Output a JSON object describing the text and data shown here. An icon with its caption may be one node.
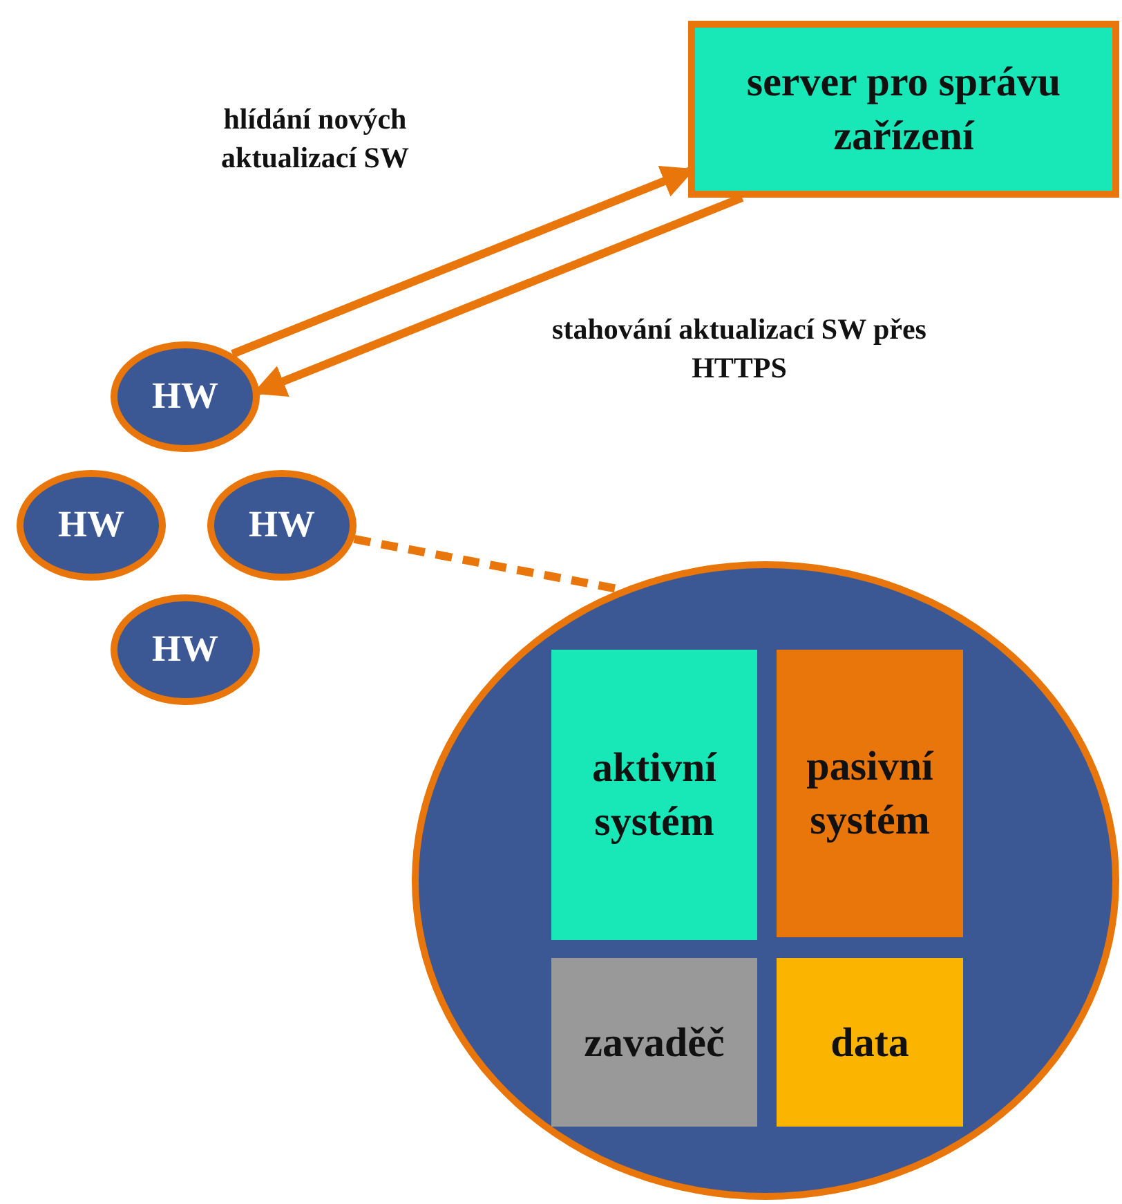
{
  "diagram": {
    "nodes": [
      {
        "text": [
          "server pro správu zařízení"
        ]
      },
      {
        "text": [
          "HW"
        ]
      },
      {
        "text": [
          "HW"
        ]
      },
      {
        "text": [
          "HW"
        ]
      },
      {
        "text": [
          "HW"
        ]
      },
      {
        "text": [],
        "shape": "circle"
      },
      {
        "text": [
          "aktivní systém"
        ],
        "in": 5
      },
      {
        "text": [
          "pasivní systém"
        ],
        "in": 5
      },
      {
        "text": [
          "zavaděč"
        ],
        "in": 5
      },
      {
        "text": [
          "data"
        ],
        "in": 5
      }
    ],
    "edges": [
      {
        "from": 1,
        "to": 0,
        "arrow": "to",
        "label": "hlídání nových aktualizací SW"
      },
      {
        "from": 0,
        "to": 1,
        "arrow": "to",
        "label": "stahování aktualizací SW přes HTTPS"
      },
      {
        "from": 3,
        "to": 5,
        "arrow": "none",
        "style": "dashed"
      }
    ]
  }
}
